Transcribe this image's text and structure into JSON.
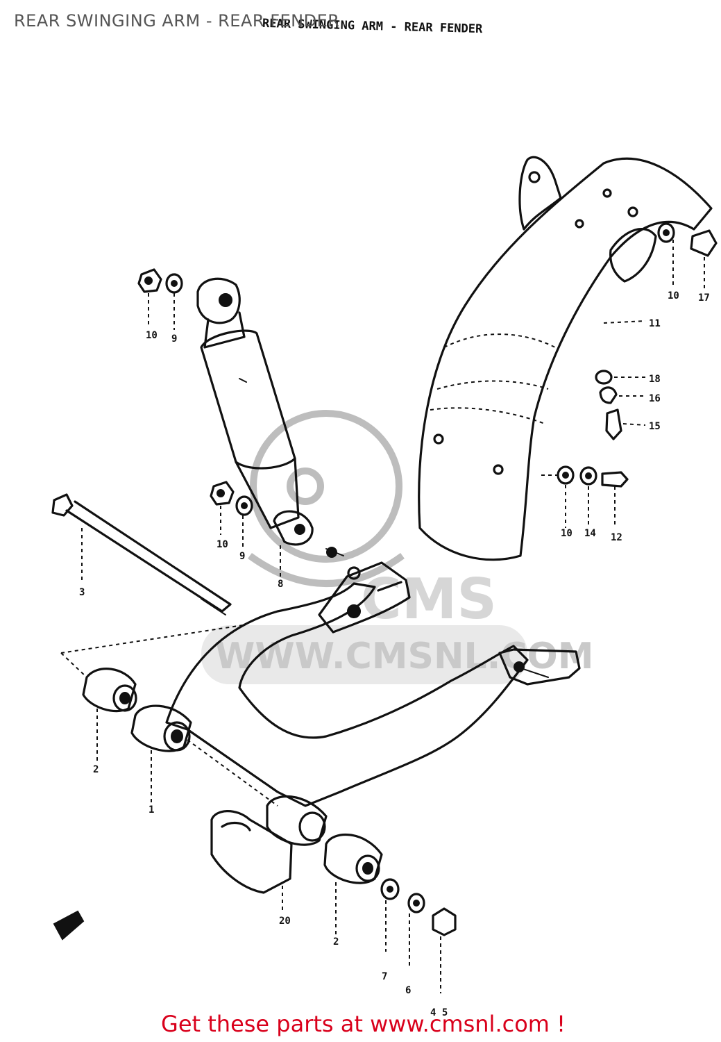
{
  "page": {
    "overlay_title": "REAR SWINGING ARM - REAR FENDER",
    "scan_title": "REAR SWINGING ARM - REAR FENDER",
    "footer": "Get these parts at www.cmsnl.com !",
    "footer_color": "#d9001b",
    "watermark_text": "WWW.CMSNL.COM",
    "watermark_logo": "CMS"
  },
  "callouts": {
    "c1": "1",
    "c2a": "2",
    "c2b": "2",
    "c3": "3",
    "c45": "4 5",
    "c6": "6",
    "c7": "7",
    "c8": "8",
    "c9a": "9",
    "c9b": "9",
    "c10a": "10",
    "c10b": "10",
    "c10c": "10",
    "c10d": "10",
    "c11": "11",
    "c12": "12",
    "c14": "14",
    "c15": "15",
    "c16": "16",
    "c17": "17",
    "c18": "18",
    "c20": "20"
  }
}
